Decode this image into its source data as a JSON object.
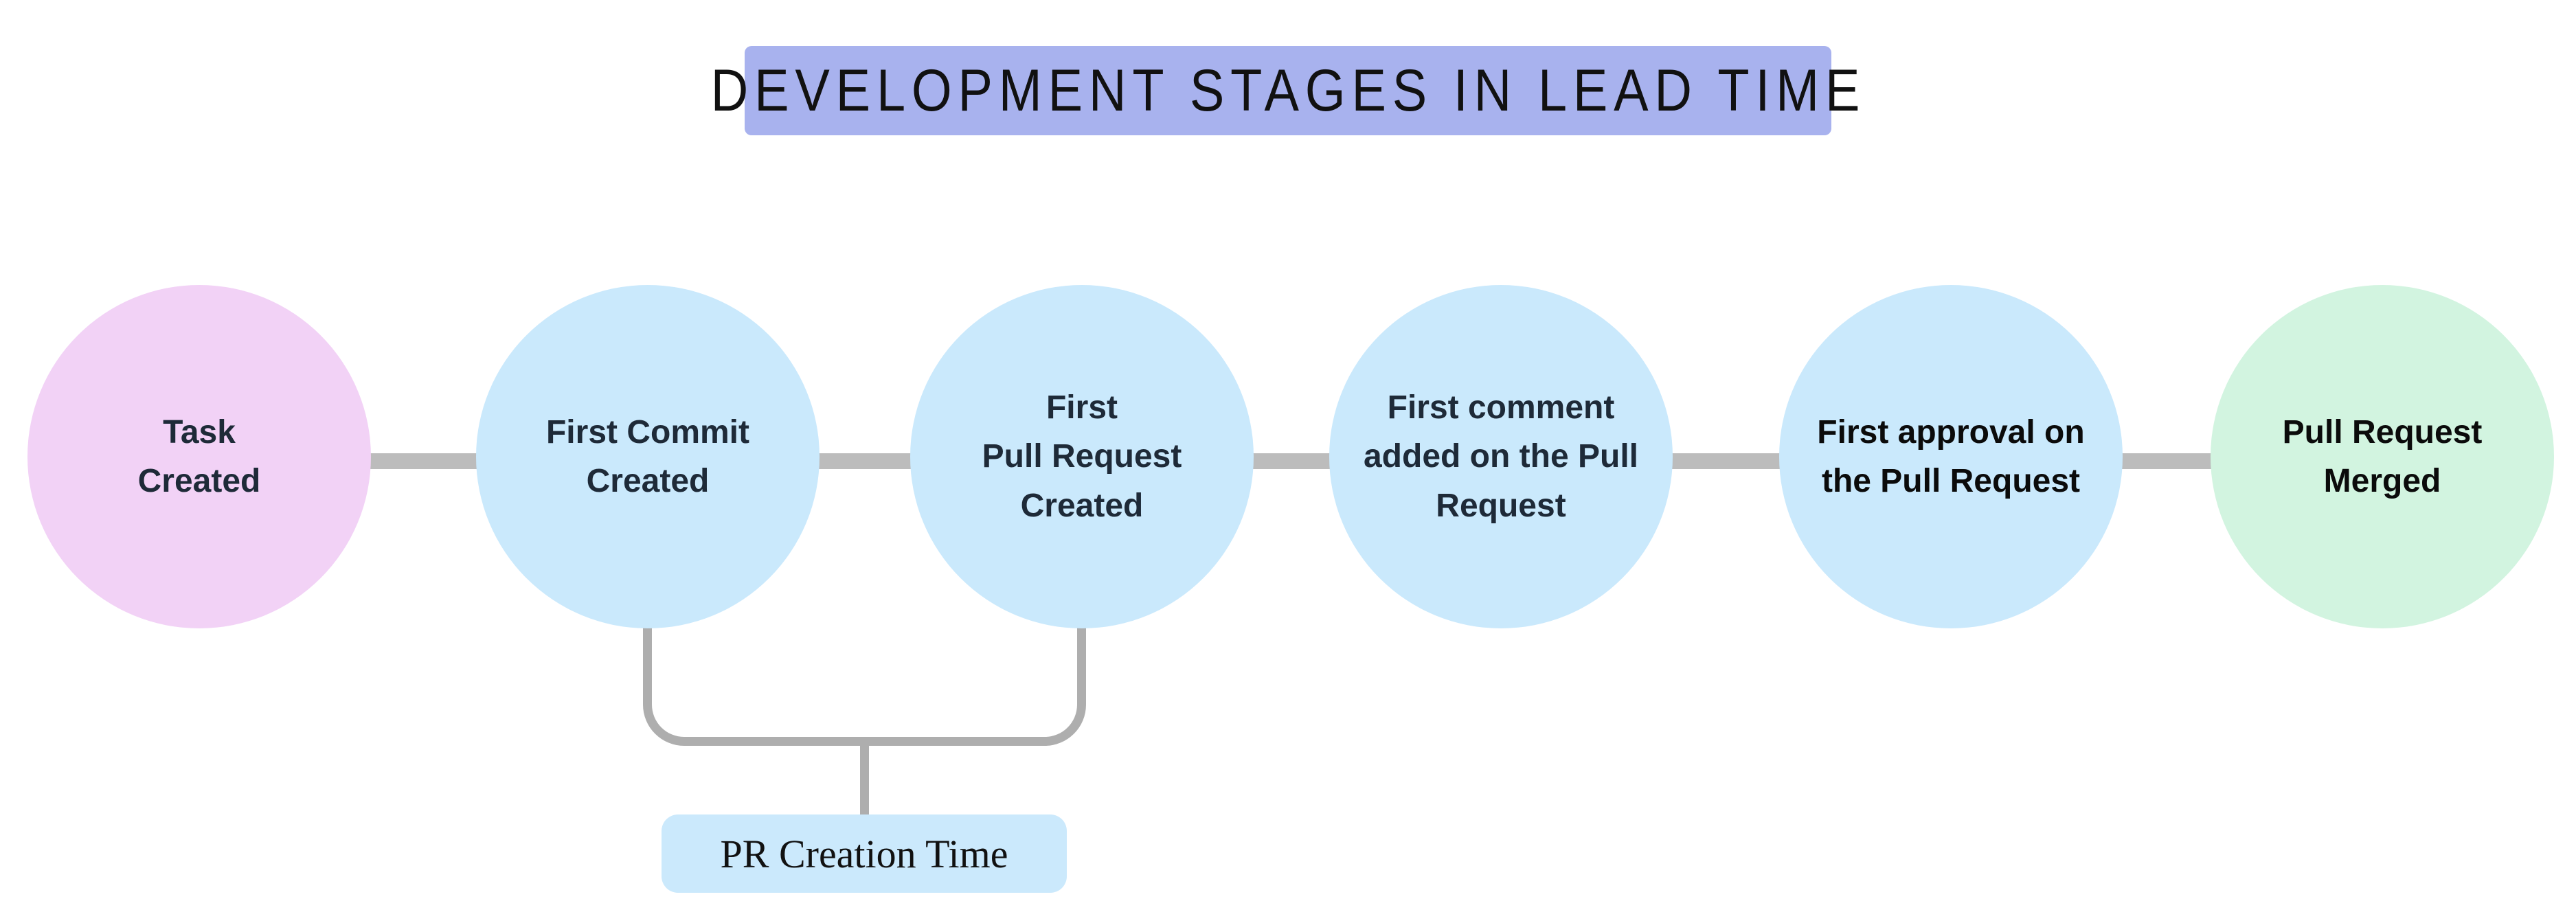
{
  "title": {
    "text": "DEVELOPMENT STAGES IN LEAD TIME",
    "bg_color": "#a8b2ee",
    "text_color": "#111111"
  },
  "stages": [
    {
      "name": "Task Created",
      "lines": [
        "Task",
        "Created"
      ],
      "circle_color": "#f2d2f6",
      "text_color": "#1e2a38"
    },
    {
      "name": "First Commit Created",
      "lines": [
        "First Commit",
        "Created"
      ],
      "circle_color": "#cae9fc",
      "text_color": "#1e2a38"
    },
    {
      "name": "First Pull Request Created",
      "lines": [
        "First",
        "Pull Request",
        "Created"
      ],
      "circle_color": "#cae9fc",
      "text_color": "#1e2a38"
    },
    {
      "name": "First comment added on the Pull Request",
      "lines": [
        "First comment",
        "added on the Pull",
        "Request"
      ],
      "circle_color": "#cae9fc",
      "text_color": "#1e2a38"
    },
    {
      "name": "First approval on the Pull Request",
      "lines": [
        "First approval on",
        "the Pull Request"
      ],
      "circle_color": "#cae9fc",
      "text_color": "#0b0b0b"
    },
    {
      "name": "Pull Request Merged",
      "lines": [
        "Pull Request",
        "Merged"
      ],
      "circle_color": "#d2f4e0",
      "text_color": "#0b0b0b"
    }
  ],
  "annotation": {
    "label": "PR Creation Time",
    "bg_color": "#cbe9fc",
    "text_color": "#111111",
    "spans_stages": [
      "First Commit Created",
      "First Pull Request Created"
    ]
  },
  "colors": {
    "background": "#ffffff",
    "connector": "#bcbcbc",
    "bracket": "#aeaeae"
  }
}
